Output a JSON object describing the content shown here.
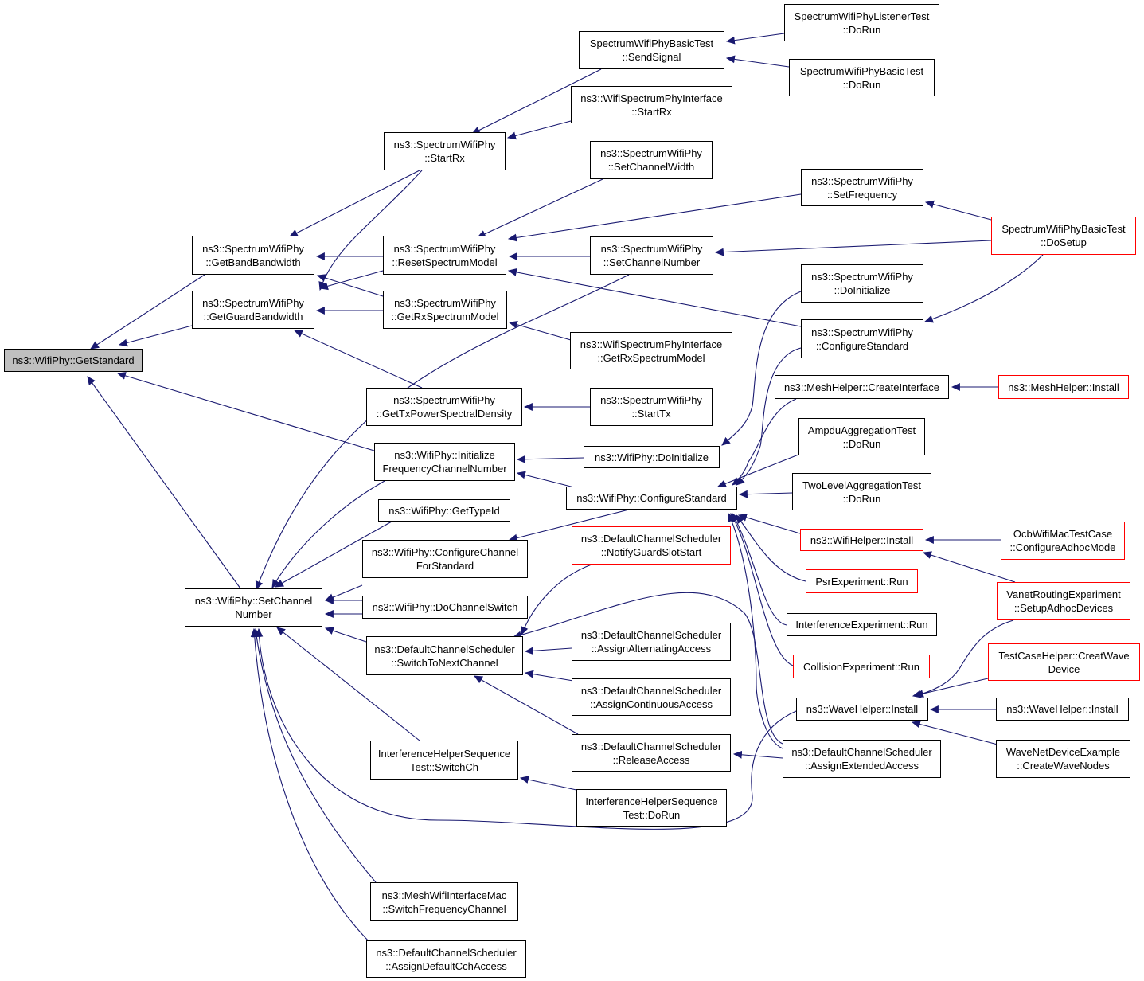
{
  "diagram": {
    "type": "caller-graph",
    "colors": {
      "edge": "#191970",
      "border": "#000000",
      "highlight_border": "#ff0000",
      "root_fill": "#bfbfbf"
    },
    "nodes": [
      {
        "id": "getstandard",
        "lines": [
          "ns3::WifiPhy::GetStandard"
        ],
        "root": true
      },
      {
        "id": "getbandbw",
        "lines": [
          "ns3::SpectrumWifiPhy",
          "::GetBandBandwidth"
        ]
      },
      {
        "id": "getguardbw",
        "lines": [
          "ns3::SpectrumWifiPhy",
          "::GetGuardBandwidth"
        ]
      },
      {
        "id": "setchannum",
        "lines": [
          "ns3::WifiPhy::SetChannel",
          "Number"
        ]
      },
      {
        "id": "swp_startrx",
        "lines": [
          "ns3::SpectrumWifiPhy",
          "::StartRx"
        ]
      },
      {
        "id": "resetspec",
        "lines": [
          "ns3::SpectrumWifiPhy",
          "::ResetSpectrumModel"
        ]
      },
      {
        "id": "getrxspec",
        "lines": [
          "ns3::SpectrumWifiPhy",
          "::GetRxSpectrumModel"
        ]
      },
      {
        "id": "gettxpsd",
        "lines": [
          "ns3::SpectrumWifiPhy",
          "::GetTxPowerSpectralDensity"
        ]
      },
      {
        "id": "initfreq",
        "lines": [
          "ns3::WifiPhy::Initialize",
          "FrequencyChannelNumber"
        ]
      },
      {
        "id": "gettypeid",
        "lines": [
          "ns3::WifiPhy::GetTypeId"
        ]
      },
      {
        "id": "confchanstd",
        "lines": [
          "ns3::WifiPhy::ConfigureChannel",
          "ForStandard"
        ]
      },
      {
        "id": "dochanswitch",
        "lines": [
          "ns3::WifiPhy::DoChannelSwitch"
        ]
      },
      {
        "id": "dcs_switchnext",
        "lines": [
          "ns3::DefaultChannelScheduler",
          "::SwitchToNextChannel"
        ]
      },
      {
        "id": "ihst_switchch",
        "lines": [
          "InterferenceHelperSequence",
          "Test::SwitchCh"
        ]
      },
      {
        "id": "meshwifi_sfc",
        "lines": [
          "ns3::MeshWifiInterfaceMac",
          "::SwitchFrequencyChannel"
        ]
      },
      {
        "id": "dcs_assigndefault",
        "lines": [
          "ns3::DefaultChannelScheduler",
          "::AssignDefaultCchAccess"
        ]
      },
      {
        "id": "swpbt_sendsignal",
        "lines": [
          "SpectrumWifiPhyBasicTest",
          "::SendSignal"
        ]
      },
      {
        "id": "wspi_startrx",
        "lines": [
          "ns3::WifiSpectrumPhyInterface",
          "::StartRx"
        ]
      },
      {
        "id": "swp_setchanwidth",
        "lines": [
          "ns3::SpectrumWifiPhy",
          "::SetChannelWidth"
        ]
      },
      {
        "id": "swp_setchannum",
        "lines": [
          "ns3::SpectrumWifiPhy",
          "::SetChannelNumber"
        ]
      },
      {
        "id": "wspi_getrxspec",
        "lines": [
          "ns3::WifiSpectrumPhyInterface",
          "::GetRxSpectrumModel"
        ]
      },
      {
        "id": "swp_starttx",
        "lines": [
          "ns3::SpectrumWifiPhy",
          "::StartTx"
        ]
      },
      {
        "id": "wifiphy_doinit",
        "lines": [
          "ns3::WifiPhy::DoInitialize"
        ]
      },
      {
        "id": "wifiphy_confstd",
        "lines": [
          "ns3::WifiPhy::ConfigureStandard"
        ]
      },
      {
        "id": "dcs_notifyguard",
        "lines": [
          "ns3::DefaultChannelScheduler",
          "::NotifyGuardSlotStart"
        ],
        "highlight": true
      },
      {
        "id": "dcs_assignalt",
        "lines": [
          "ns3::DefaultChannelScheduler",
          "::AssignAlternatingAccess"
        ]
      },
      {
        "id": "dcs_assigncont",
        "lines": [
          "ns3::DefaultChannelScheduler",
          "::AssignContinuousAccess"
        ]
      },
      {
        "id": "dcs_release",
        "lines": [
          "ns3::DefaultChannelScheduler",
          "::ReleaseAccess"
        ]
      },
      {
        "id": "ihst_dorun",
        "lines": [
          "InterferenceHelperSequence",
          "Test::DoRun"
        ]
      },
      {
        "id": "swplt_dorun",
        "lines": [
          "SpectrumWifiPhyListenerTest",
          "::DoRun"
        ]
      },
      {
        "id": "swpbt_dorun",
        "lines": [
          "SpectrumWifiPhyBasicTest",
          "::DoRun"
        ]
      },
      {
        "id": "swp_setfreq",
        "lines": [
          "ns3::SpectrumWifiPhy",
          "::SetFrequency"
        ]
      },
      {
        "id": "swp_doinit",
        "lines": [
          "ns3::SpectrumWifiPhy",
          "::DoInitialize"
        ]
      },
      {
        "id": "swp_confstd",
        "lines": [
          "ns3::SpectrumWifiPhy",
          "::ConfigureStandard"
        ]
      },
      {
        "id": "meshhelper_ci",
        "lines": [
          "ns3::MeshHelper::CreateInterface"
        ]
      },
      {
        "id": "ampdu_dorun",
        "lines": [
          "AmpduAggregationTest",
          "::DoRun"
        ]
      },
      {
        "id": "twolevel_dorun",
        "lines": [
          "TwoLevelAggregationTest",
          "::DoRun"
        ]
      },
      {
        "id": "wifihelper_install",
        "lines": [
          "ns3::WifiHelper::Install"
        ],
        "highlight": true
      },
      {
        "id": "psr_run",
        "lines": [
          "PsrExperiment::Run"
        ],
        "highlight": true
      },
      {
        "id": "interf_run",
        "lines": [
          "InterferenceExperiment::Run"
        ]
      },
      {
        "id": "collision_run",
        "lines": [
          "CollisionExperiment::Run"
        ],
        "highlight": true
      },
      {
        "id": "wavehelper_install",
        "lines": [
          "ns3::WaveHelper::Install"
        ]
      },
      {
        "id": "dcs_assignext",
        "lines": [
          "ns3::DefaultChannelScheduler",
          "::AssignExtendedAccess"
        ]
      },
      {
        "id": "swpbt_dosetup",
        "lines": [
          "SpectrumWifiPhyBasicTest",
          "::DoSetup"
        ],
        "highlight": true
      },
      {
        "id": "meshhelper_install",
        "lines": [
          "ns3::MeshHelper::Install"
        ],
        "highlight": true
      },
      {
        "id": "ocb_confadhoc",
        "lines": [
          "OcbWifiMacTestCase",
          "::ConfigureAdhocMode"
        ],
        "highlight": true
      },
      {
        "id": "vanet_setup",
        "lines": [
          "VanetRoutingExperiment",
          "::SetupAdhocDevices"
        ],
        "highlight": true
      },
      {
        "id": "tch_creatwave",
        "lines": [
          "TestCaseHelper::CreatWave",
          "Device"
        ],
        "highlight": true
      },
      {
        "id": "wavehelper_install2",
        "lines": [
          "ns3::WaveHelper::Install"
        ]
      },
      {
        "id": "wavend_create",
        "lines": [
          "WaveNetDeviceExample",
          "::CreateWaveNodes"
        ]
      }
    ]
  }
}
